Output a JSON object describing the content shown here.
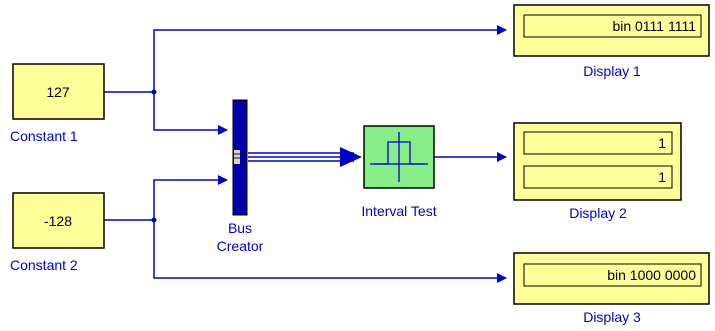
{
  "colors": {
    "block_fill": "#ffff99",
    "block_border": "#000000",
    "wire": "#0000cc",
    "interval_fill": "#88ee88",
    "bus_fill": "#0000aa",
    "label": "#0000cc"
  },
  "blocks": {
    "constant1": {
      "value": "127",
      "label": "Constant 1"
    },
    "constant2": {
      "value": "-128",
      "label": "Constant 2"
    },
    "bus_creator": {
      "label_line1": "Bus",
      "label_line2": "Creator"
    },
    "interval_test": {
      "label": "Interval Test",
      "icon": "interval-test-icon"
    },
    "display1": {
      "value": "bin 0111 1111",
      "label": "Display 1"
    },
    "display2": {
      "value1": "1",
      "value2": "1",
      "label": "Display 2"
    },
    "display3": {
      "value": "bin 1000 0000",
      "label": "Display 3"
    }
  }
}
